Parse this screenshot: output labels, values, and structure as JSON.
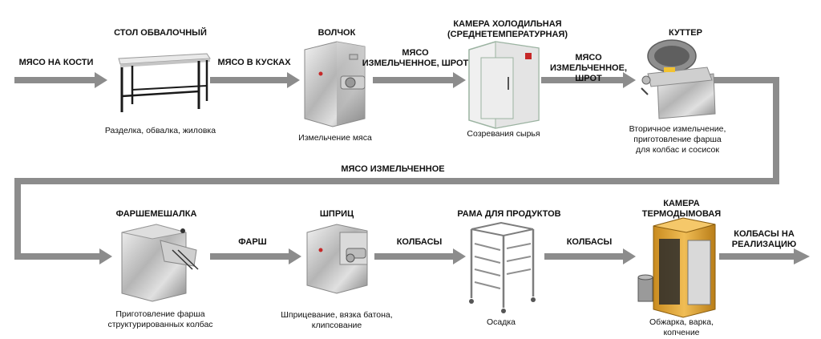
{
  "stations": [
    {
      "id": "table",
      "title": "СТОЛ ОБВАЛОЧНЫЙ",
      "caption": "Разделка, обвалка, жиловка",
      "icon": "deboning-table-icon"
    },
    {
      "id": "grinder",
      "title": "ВОЛЧОК",
      "caption": "Измельчение мяса",
      "icon": "meat-grinder-icon"
    },
    {
      "id": "chamber",
      "title": "КАМЕРА ХОЛОДИЛЬНАЯ\n(СРЕДНЕТЕМПЕРАТУРНАЯ)",
      "caption": "Созревания сырья",
      "icon": "cold-chamber-icon"
    },
    {
      "id": "cutter",
      "title": "КУТТЕР",
      "caption": "Вторичное измельчение,\nприготовление фарша\nдля колбас и сосисок",
      "icon": "bowl-cutter-icon"
    },
    {
      "id": "mixer",
      "title": "ФАРШЕМЕШАЛКА",
      "caption": "Приготовление фарша\nструктурированных колбас",
      "icon": "mince-mixer-icon"
    },
    {
      "id": "filler",
      "title": "ШПРИЦ",
      "caption": "Шприцевание, вязка батона,\nклипсование",
      "icon": "sausage-filler-icon"
    },
    {
      "id": "rack",
      "title": "РАМА ДЛЯ ПРОДУКТОВ",
      "caption": "Осадка",
      "icon": "product-rack-icon"
    },
    {
      "id": "smoker",
      "title": "КАМЕРА\nТЕРМОДЫМОВАЯ",
      "caption": "Обжарка, варка,\nкопчение",
      "icon": "smoke-chamber-icon"
    }
  ],
  "flows": [
    {
      "id": "input",
      "label": "МЯСО НА КОСТИ"
    },
    {
      "id": "table-grinder",
      "label": "МЯСО В КУСКАХ"
    },
    {
      "id": "grinder-chamber",
      "label": "МЯСО\nИЗМЕЛЬЧЕННОЕ, ШРОТ"
    },
    {
      "id": "chamber-cutter",
      "label": "МЯСО ИЗМЕЛЬЧЕННОЕ,\nШРОТ"
    },
    {
      "id": "return",
      "label": "МЯСО ИЗМЕЛЬЧЕННОЕ"
    },
    {
      "id": "mixer-filler",
      "label": "ФАРШ"
    },
    {
      "id": "filler-rack",
      "label": "КОЛБАСЫ"
    },
    {
      "id": "rack-smoker",
      "label": "КОЛБАСЫ"
    },
    {
      "id": "output",
      "label": "КОЛБАСЫ НА\nРЕАЛИЗАЦИЮ"
    }
  ],
  "colors": {
    "arrow": "#8c8c8c",
    "steel_light": "#e3e3e3",
    "steel_mid": "#b9b9b9",
    "steel_dark": "#7d7d7d",
    "smoker_body": "#e2a93a",
    "chamber_panel": "#f0f0f0",
    "chamber_frame": "#9bb3a1"
  }
}
